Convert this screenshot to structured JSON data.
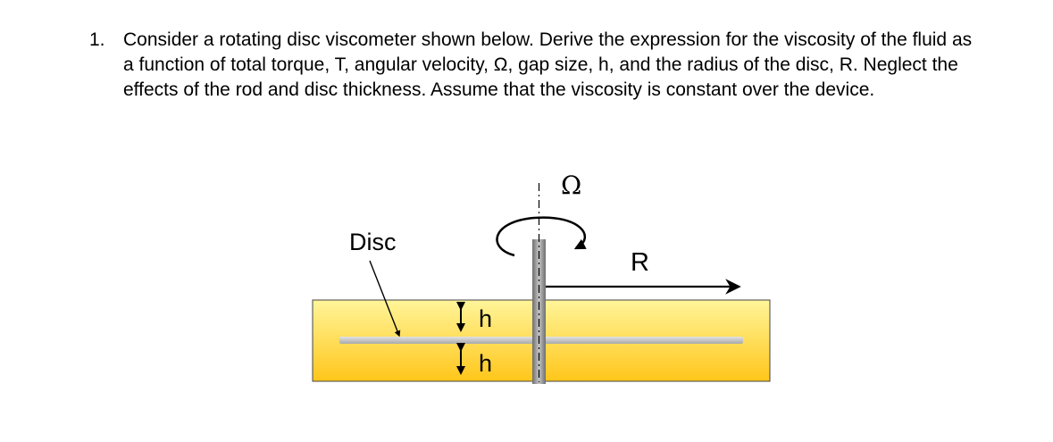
{
  "problem": {
    "number": "1.",
    "text": "Consider a rotating disc viscometer shown below. Derive the expression for the viscosity of the fluid as a function of total torque, T, angular velocity, Ω, gap size, h, and the radius of the disc, R. Neglect the effects of the rod and disc thickness. Assume that the viscosity is constant over the device."
  },
  "figure": {
    "disc_label": "Disc",
    "omega_label": "Ω",
    "radius_label": "R",
    "gap_upper_label": "h",
    "gap_lower_label": "h",
    "colors": {
      "fluid_top": "#FFF59A",
      "fluid_bottom": "#FFC61A",
      "disc": "#C8C8C8",
      "rod": "#8A8A8A",
      "outline": "#000000"
    }
  }
}
